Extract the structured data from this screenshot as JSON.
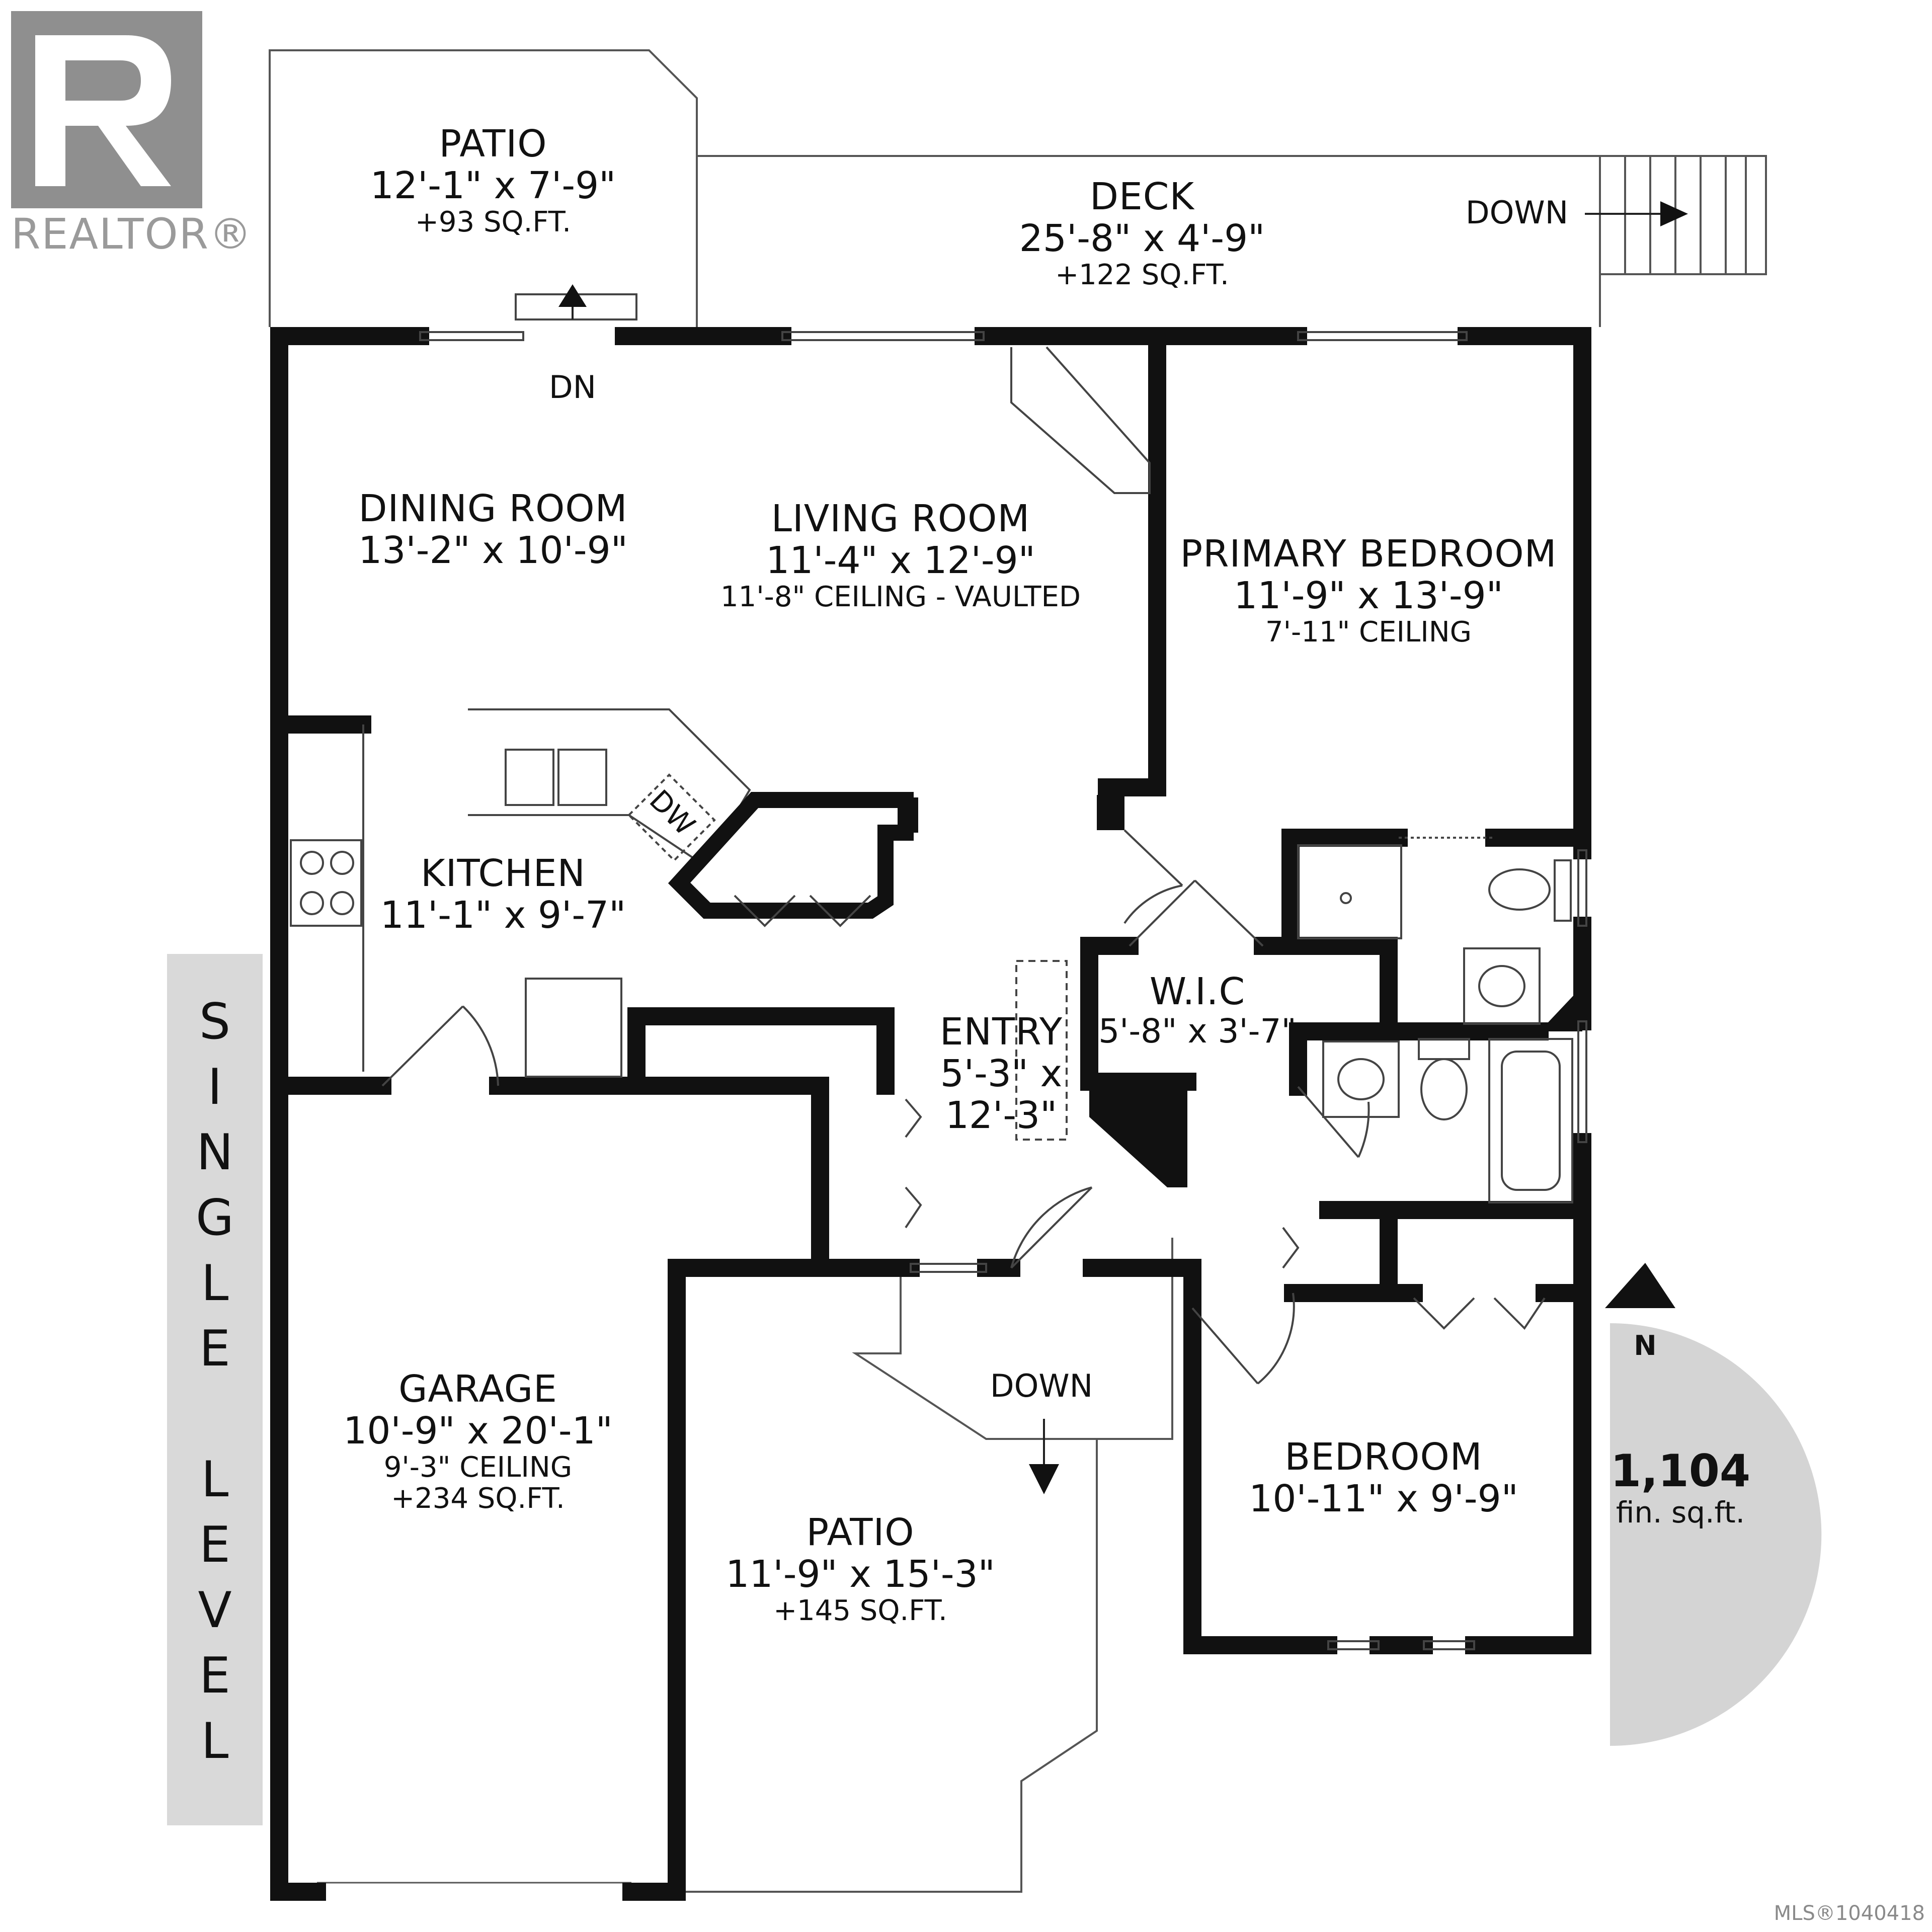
{
  "logo": {
    "text": "REALTOR®"
  },
  "rooms": {
    "patio_top": {
      "name": "PATIO",
      "dims": "12'-1\" x 7'-9\"",
      "area": "+93 SQ.FT."
    },
    "deck": {
      "name": "DECK",
      "dims": "25'-8\" x 4'-9\"",
      "area": "+122 SQ.FT."
    },
    "dining": {
      "name": "DINING ROOM",
      "dims": "13'-2\" x 10'-9\""
    },
    "living": {
      "name": "LIVING ROOM",
      "dims": "11'-4\" x 12'-9\"",
      "ceiling": "11'-8\" CEILING - VAULTED"
    },
    "primary": {
      "name": "PRIMARY BEDROOM",
      "dims": "11'-9\" x 13'-9\"",
      "ceiling": "7'-11\" CEILING"
    },
    "kitchen": {
      "name": "KITCHEN",
      "dims": "11'-1\" x 9'-7\""
    },
    "wic": {
      "name": "W.I.C",
      "dims": "5'-8\" x 3'-7\""
    },
    "entry": {
      "name": "ENTRY",
      "dims_line1": "5'-3\" x",
      "dims_line2": "12'-3\""
    },
    "garage": {
      "name": "GARAGE",
      "dims": "10'-9\" x 20'-1\"",
      "ceiling": "9'-3\" CEILING",
      "area": "+234 SQ.FT."
    },
    "patio_bottom": {
      "name": "PATIO",
      "dims": "11'-9\" x 15'-3\"",
      "area": "+145 SQ.FT."
    },
    "bedroom": {
      "name": "BEDROOM",
      "dims": "10'-11\" x 9'-9\""
    }
  },
  "labels": {
    "dn": "DN",
    "down_deck": "DOWN",
    "down_patio": "DOWN",
    "dw": "DW",
    "north": "N"
  },
  "level_banner": {
    "letters": [
      "S",
      "I",
      "N",
      "G",
      "L",
      "E",
      "",
      "L",
      "E",
      "V",
      "E",
      "L"
    ]
  },
  "finished_area": {
    "value": "1,104",
    "unit": "fin. sq.ft."
  },
  "mls": "MLS®1040418"
}
